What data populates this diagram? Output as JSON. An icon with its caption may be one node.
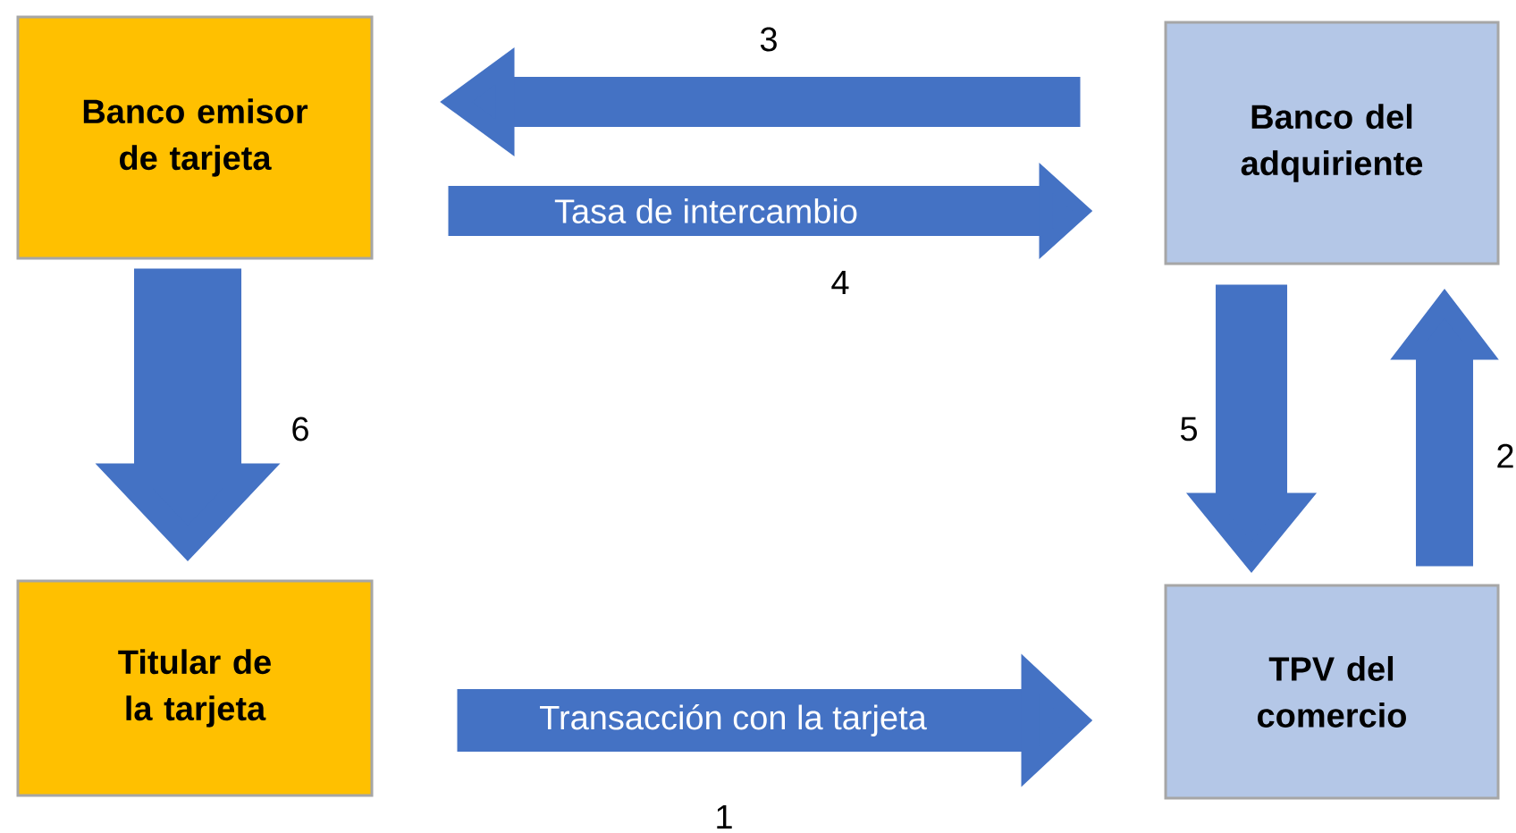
{
  "diagram": {
    "nodes": [
      {
        "text": [
          "Banco emisor de tarjeta"
        ]
      },
      {
        "text": [
          "Banco del adquiriente"
        ]
      },
      {
        "text": [
          "Titular de la tarjeta"
        ]
      },
      {
        "text": [
          "TPV del comercio"
        ]
      }
    ],
    "edges": [
      {
        "from": 1,
        "to": 0,
        "arrow": "to",
        "label": "3"
      },
      {
        "from": 0,
        "to": 1,
        "arrow": "to",
        "label": "4"
      },
      {
        "from": 0,
        "to": 2,
        "arrow": "to",
        "label": "6",
        "style": "thick"
      },
      {
        "from": 1,
        "to": 3,
        "arrow": "to",
        "label": "5"
      },
      {
        "from": 3,
        "to": 1,
        "arrow": "to",
        "label": "2"
      },
      {
        "from": 2,
        "to": 3,
        "arrow": "to",
        "label": "1"
      }
    ],
    "labels": [
      "Tasa de intercambio",
      "Transacción con la tarjeta"
    ]
  }
}
